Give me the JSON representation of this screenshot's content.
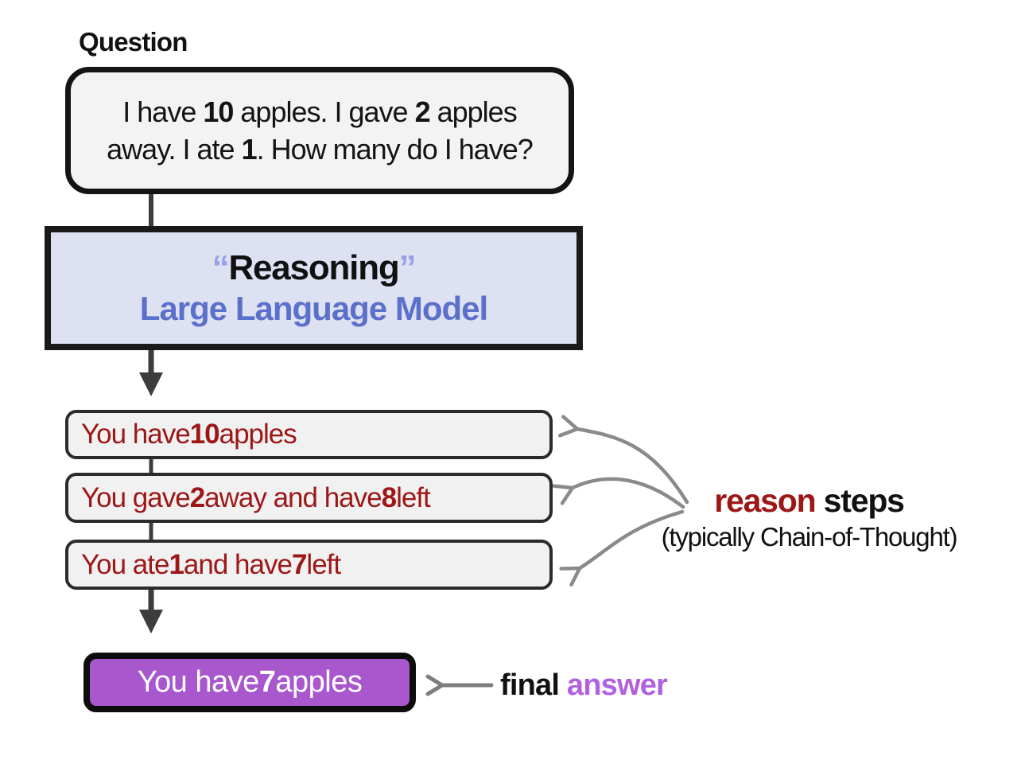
{
  "palette": {
    "text_black": "#111111",
    "dark_red": "#9d1717",
    "periwinkle": "#5b70ca",
    "quote_periwinkle": "#9aa2e6",
    "lavender_fill": "#dde1f2",
    "gray_fill": "#f2f2f3",
    "purple_fill": "#a957cd",
    "purple_text": "#b160e0",
    "connector_dark": "#3d3d3d",
    "arrow_gray": "#8a8a8a",
    "white": "#ffffff"
  },
  "question": {
    "label": "Question",
    "line1": [
      {
        "t": "I have "
      },
      {
        "t": "10",
        "b": true
      },
      {
        "t": " apples. I gave "
      },
      {
        "t": "2",
        "b": true
      },
      {
        "t": " apples"
      }
    ],
    "line2": [
      {
        "t": "away. I ate "
      },
      {
        "t": "1",
        "b": true
      },
      {
        "t": ". How many do I have?"
      }
    ]
  },
  "llm_box": {
    "line1": [
      {
        "t": "“",
        "b": true,
        "color": "#9aa2e6"
      },
      {
        "t": "Reasoning",
        "b": true
      },
      {
        "t": "”",
        "b": true,
        "color": "#9aa2e6"
      }
    ],
    "line2": "Large Language Model"
  },
  "steps": [
    {
      "segments": [
        {
          "t": "You have "
        },
        {
          "t": "10",
          "b": true
        },
        {
          "t": " apples"
        }
      ]
    },
    {
      "segments": [
        {
          "t": "You gave "
        },
        {
          "t": "2",
          "b": true
        },
        {
          "t": " away and have "
        },
        {
          "t": "8",
          "b": true
        },
        {
          "t": " left"
        }
      ]
    },
    {
      "segments": [
        {
          "t": "You ate "
        },
        {
          "t": "1",
          "b": true
        },
        {
          "t": " and have "
        },
        {
          "t": "7",
          "b": true
        },
        {
          "t": " left"
        }
      ]
    }
  ],
  "final_box": {
    "segments": [
      {
        "t": "You have "
      },
      {
        "t": "7",
        "b": true
      },
      {
        "t": " apples"
      }
    ]
  },
  "annotations": {
    "reason_steps": {
      "segments": [
        {
          "t": "reason",
          "b": true,
          "color": "#9d1717"
        },
        {
          "t": " steps",
          "b": true,
          "color": "#111111"
        }
      ],
      "subtitle": "(typically Chain-of-Thought)"
    },
    "final_answer": {
      "segments": [
        {
          "t": "final ",
          "b": true,
          "color": "#111111"
        },
        {
          "t": "answer",
          "b": true,
          "color": "#b160e0"
        }
      ]
    }
  }
}
